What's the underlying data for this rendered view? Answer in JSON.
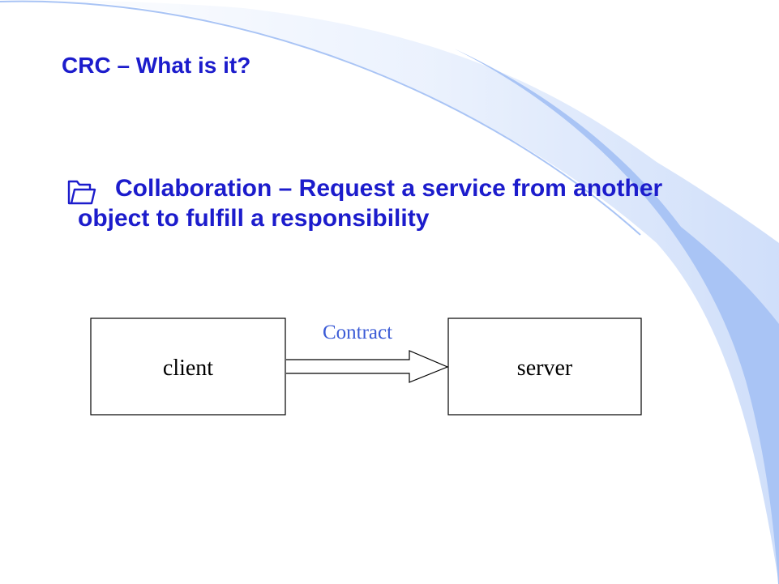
{
  "slide": {
    "title": "CRC – What is it?",
    "bullet": {
      "icon": "open-folder-icon",
      "text": "Collaboration – Request a service from another object to fulfill a responsibility"
    }
  },
  "diagram": {
    "client_label": "client",
    "server_label": "server",
    "arrow_label": "Contract"
  },
  "colors": {
    "text_blue": "#1c1ccc",
    "label_blue": "#3b5bd6",
    "decor_blue": "#a9c4f5"
  }
}
